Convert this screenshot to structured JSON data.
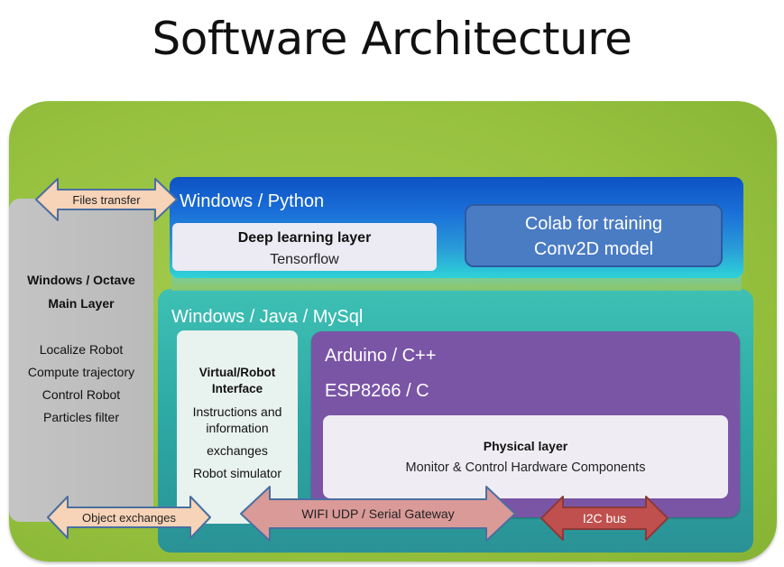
{
  "title": "Software Architecture",
  "octave": {
    "header": [
      "Windows / Octave",
      "Main Layer"
    ],
    "items": [
      "Localize Robot",
      "Compute trajectory",
      "Control Robot",
      "Particles filter"
    ]
  },
  "python": {
    "header": "Windows / Python",
    "deep_title": "Deep learning layer",
    "deep_sub": "Tensorflow",
    "colab_lines": [
      "Colab for training",
      "Conv2D model"
    ]
  },
  "java": {
    "header": "Windows / Java / MySql",
    "virtual_title": [
      "Virtual/Robot",
      "Interface"
    ],
    "virtual_items": [
      "Instructions and",
      "information",
      "exchanges",
      "Robot simulator"
    ]
  },
  "arduino": {
    "line1": "Arduino / C++",
    "line2": "ESP8266 / C",
    "physical_title": "Physical layer",
    "physical_sub": "Monitor & Control Hardware Components"
  },
  "arrows": {
    "files": "Files transfer",
    "objects": "Object exchanges",
    "wifi": "WIFI UDP / Serial Gateway",
    "i2c": "I2C bus"
  },
  "colors": {
    "green": "#96c13f",
    "python_blue": "#1a6fd8",
    "teal": "#2da8a4",
    "purple": "#7a55a6",
    "peach_arrow": "#f7d3b8",
    "pink_arrow": "#d99a98",
    "red_arrow": "#c0504d"
  }
}
